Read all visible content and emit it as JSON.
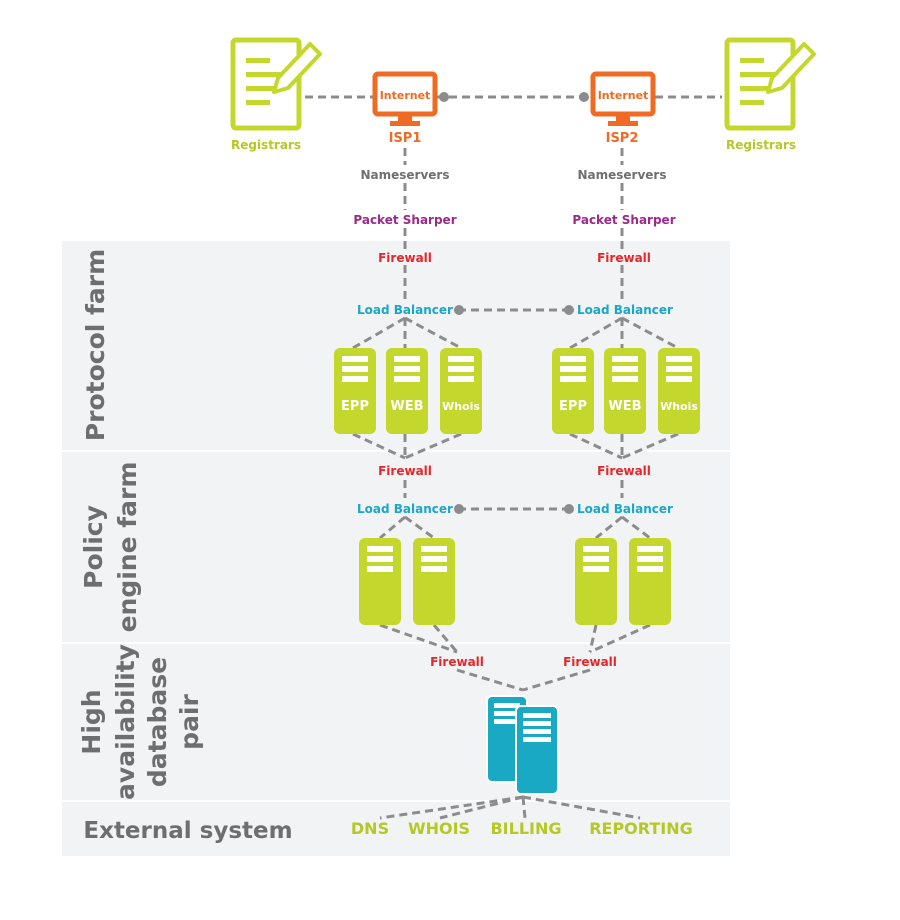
{
  "colors": {
    "lime": "#c4d72c",
    "lime_dark": "#a9bc1c",
    "orange": "#ef6a22",
    "purple": "#9b2a8a",
    "red": "#e5262a",
    "cyan": "#1aa7c8",
    "teal": "#19a9c4",
    "gray_text": "#6f6f6f",
    "band": "#f2f3f5",
    "band_label": "#6e6e6e",
    "dash": "#8c8c8c"
  },
  "top": {
    "registrars_left": "Registrars",
    "registrars_right": "Registrars",
    "internet_left": "Internet",
    "internet_right": "Internet",
    "isp1": "ISP1",
    "isp2": "ISP2",
    "nameservers_left": "Nameservers",
    "nameservers_right": "Nameservers",
    "packet_left": "Packet Sharper",
    "packet_right": "Packet Sharper"
  },
  "protocol_farm": {
    "band_label": "Protocol farm",
    "firewall_left": "Firewall",
    "firewall_right": "Firewall",
    "lb_left": "Load Balancer",
    "lb_right": "Load Balancer",
    "servers_left": [
      "EPP",
      "WEB",
      "Whois"
    ],
    "servers_right": [
      "EPP",
      "WEB",
      "Whois"
    ]
  },
  "policy_farm": {
    "band_label_line1": "Policy",
    "band_label_line2": "engine farm",
    "firewall_left": "Firewall",
    "firewall_right": "Firewall",
    "lb_left": "Load Balancer",
    "lb_right": "Load Balancer"
  },
  "database": {
    "band_label_line1": "High",
    "band_label_line2": "availability",
    "band_label_line3": "database",
    "band_label_line4": "pair",
    "firewall_left": "Firewall",
    "firewall_right": "Firewall"
  },
  "external": {
    "band_label": "External system",
    "systems": [
      "DNS",
      "WHOIS",
      "BILLING",
      "REPORTING"
    ]
  }
}
